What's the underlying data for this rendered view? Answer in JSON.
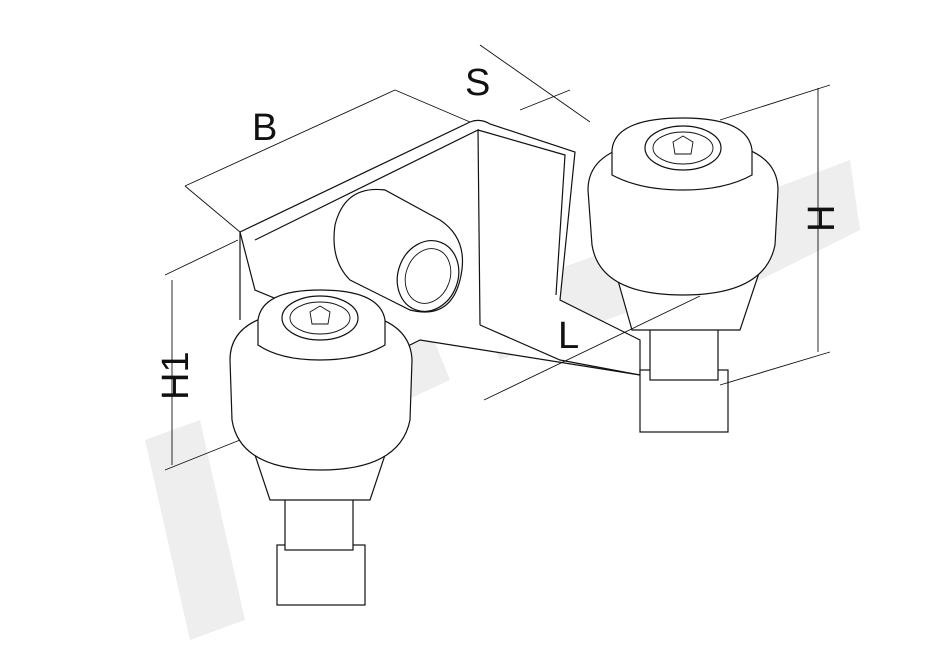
{
  "diagram": {
    "dimension_labels": {
      "B": "B",
      "S": "S",
      "H": "H",
      "H1": "H1",
      "L": "L"
    },
    "colors": {
      "line": "#111111",
      "watermark": "#eeeeee",
      "background": "#ffffff"
    }
  }
}
